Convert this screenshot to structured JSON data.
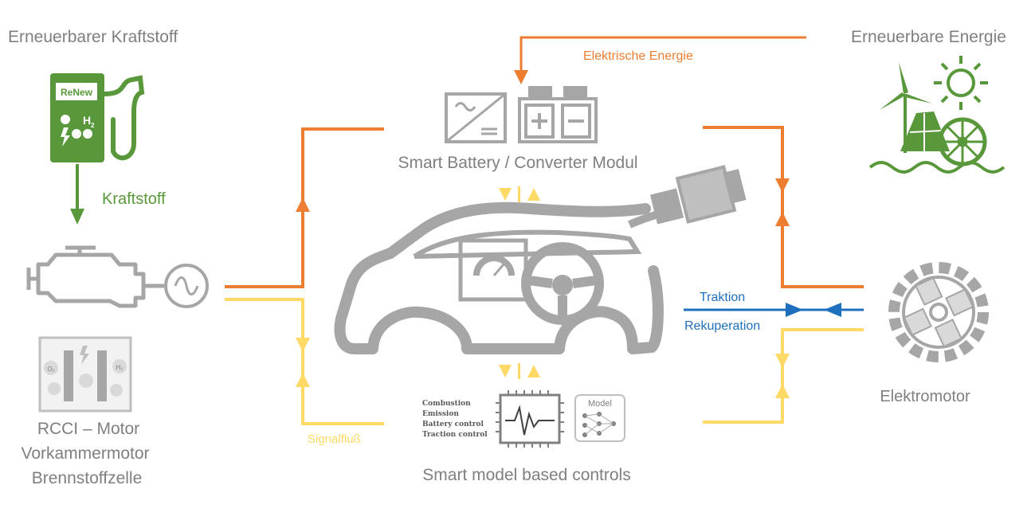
{
  "labels": {
    "renewable_fuel": "Erneuerbarer Kraftstoff",
    "renewable_energy": "Erneuerbare Energie",
    "electric_energy": "Elektrische Energie",
    "fuel": "Kraftstoff",
    "smart_battery": "Smart Battery / Converter Modul",
    "traction": "Traktion",
    "recuperation": "Rekuperation",
    "electric_motor": "Elektromotor",
    "engine_line1": "RCCI – Motor",
    "engine_line2": "Vorkammermotor",
    "engine_line3": "Brennstoffzelle",
    "signal_flow": "Signalfluß",
    "smart_controls": "Smart model based controls",
    "pump_brand": "ReNew",
    "pump_h2": "H",
    "pump_h2_sub": "2",
    "ctrl_combustion": "Combustion",
    "ctrl_emission": "Emission",
    "ctrl_battery": "Battery control",
    "ctrl_traction": "Traction control",
    "model_box": "Model",
    "fc_o2": "O₂",
    "fc_h2": "H₂"
  },
  "colors": {
    "orange": "#ed7d31",
    "yellow": "#ffd966",
    "blue": "#1f6fbf",
    "green": "#58983a",
    "gray": "#a6a6a6",
    "text_gray": "#7f7f7f"
  }
}
